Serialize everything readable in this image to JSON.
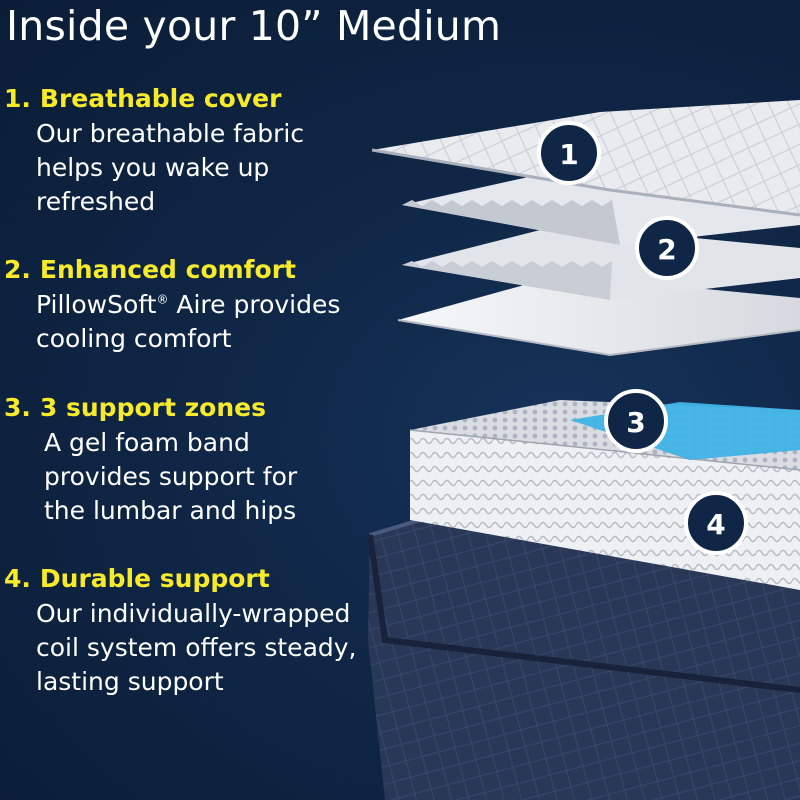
{
  "title": "Inside your 10” Medium",
  "features": [
    {
      "number": "1.",
      "heading": "Breathable cover",
      "body": "Our breathable fabric\nhelps you wake up\nrefreshed"
    },
    {
      "number": "2.",
      "heading": "Enhanced comfort",
      "body_before": "PillowSoft",
      "reg": "®",
      "body_after": " Aire provides\ncooling comfort"
    },
    {
      "number": "3.",
      "heading": "3 support zones",
      "body": "A gel foam band\nprovides support for\nthe lumbar and hips"
    },
    {
      "number": "4.",
      "heading": "Durable support",
      "body": "Our individually-wrapped\ncoil system offers steady,\nlasting support"
    }
  ],
  "badges": [
    "1",
    "2",
    "3",
    "4"
  ],
  "colors": {
    "background": "#0e2340",
    "heading": "#f6ea2b",
    "text": "#ffffff",
    "badge": "#0f2646",
    "gel": "#3fb2e6"
  }
}
